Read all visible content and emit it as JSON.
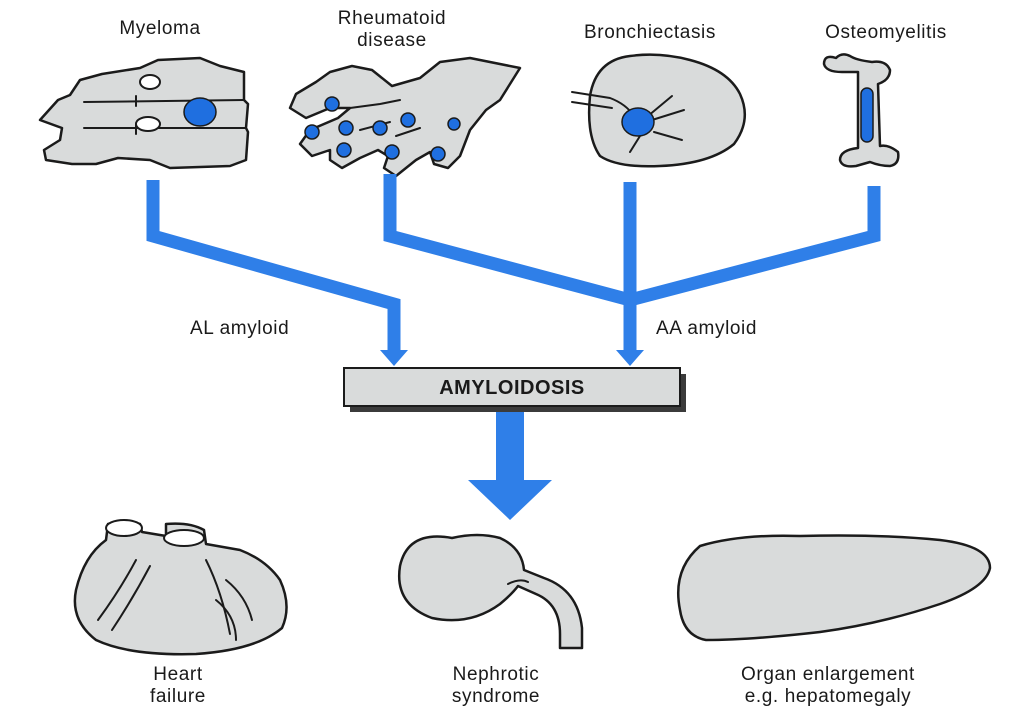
{
  "sources": {
    "myeloma": "Myeloma",
    "rheumatoid_line1": "Rheumatoid",
    "rheumatoid_line2": "disease",
    "bronchiectasis": "Bronchiectasis",
    "osteomyelitis": "Osteomyelitis"
  },
  "pathways": {
    "al": "AL amyloid",
    "aa": "AA amyloid"
  },
  "central_box": {
    "label": "AMYLOIDOSIS"
  },
  "outcomes": {
    "heart_line1": "Heart",
    "heart_line2": "failure",
    "nephrotic_line1": "Nephrotic",
    "nephrotic_line2": "syndrome",
    "organ_line1": "Organ enlargement",
    "organ_line2": "e.g. hepatomegaly"
  },
  "colors": {
    "flow_blue": "#2f7fe8",
    "spot_blue": "#1f6fe0",
    "organ_fill": "#d9dbdb",
    "box_fill": "#d9dbdb",
    "outline": "#1b1b1b"
  }
}
